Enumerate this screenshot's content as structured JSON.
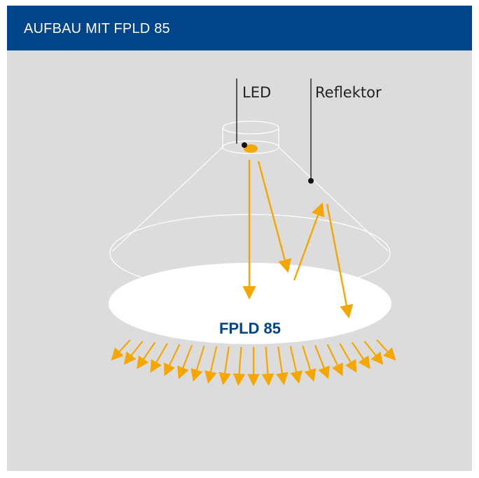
{
  "header": {
    "title": "AUFBAU MIT FPLD 85"
  },
  "labels": {
    "led": "LED",
    "reflector": "Reflektor",
    "disk": "FPLD 85"
  },
  "colors": {
    "header_bg": "#004489",
    "panel_bg": "#dcdcdc",
    "arrow": "#f5a700",
    "led": "#f5a700",
    "disk_text": "#004489"
  }
}
